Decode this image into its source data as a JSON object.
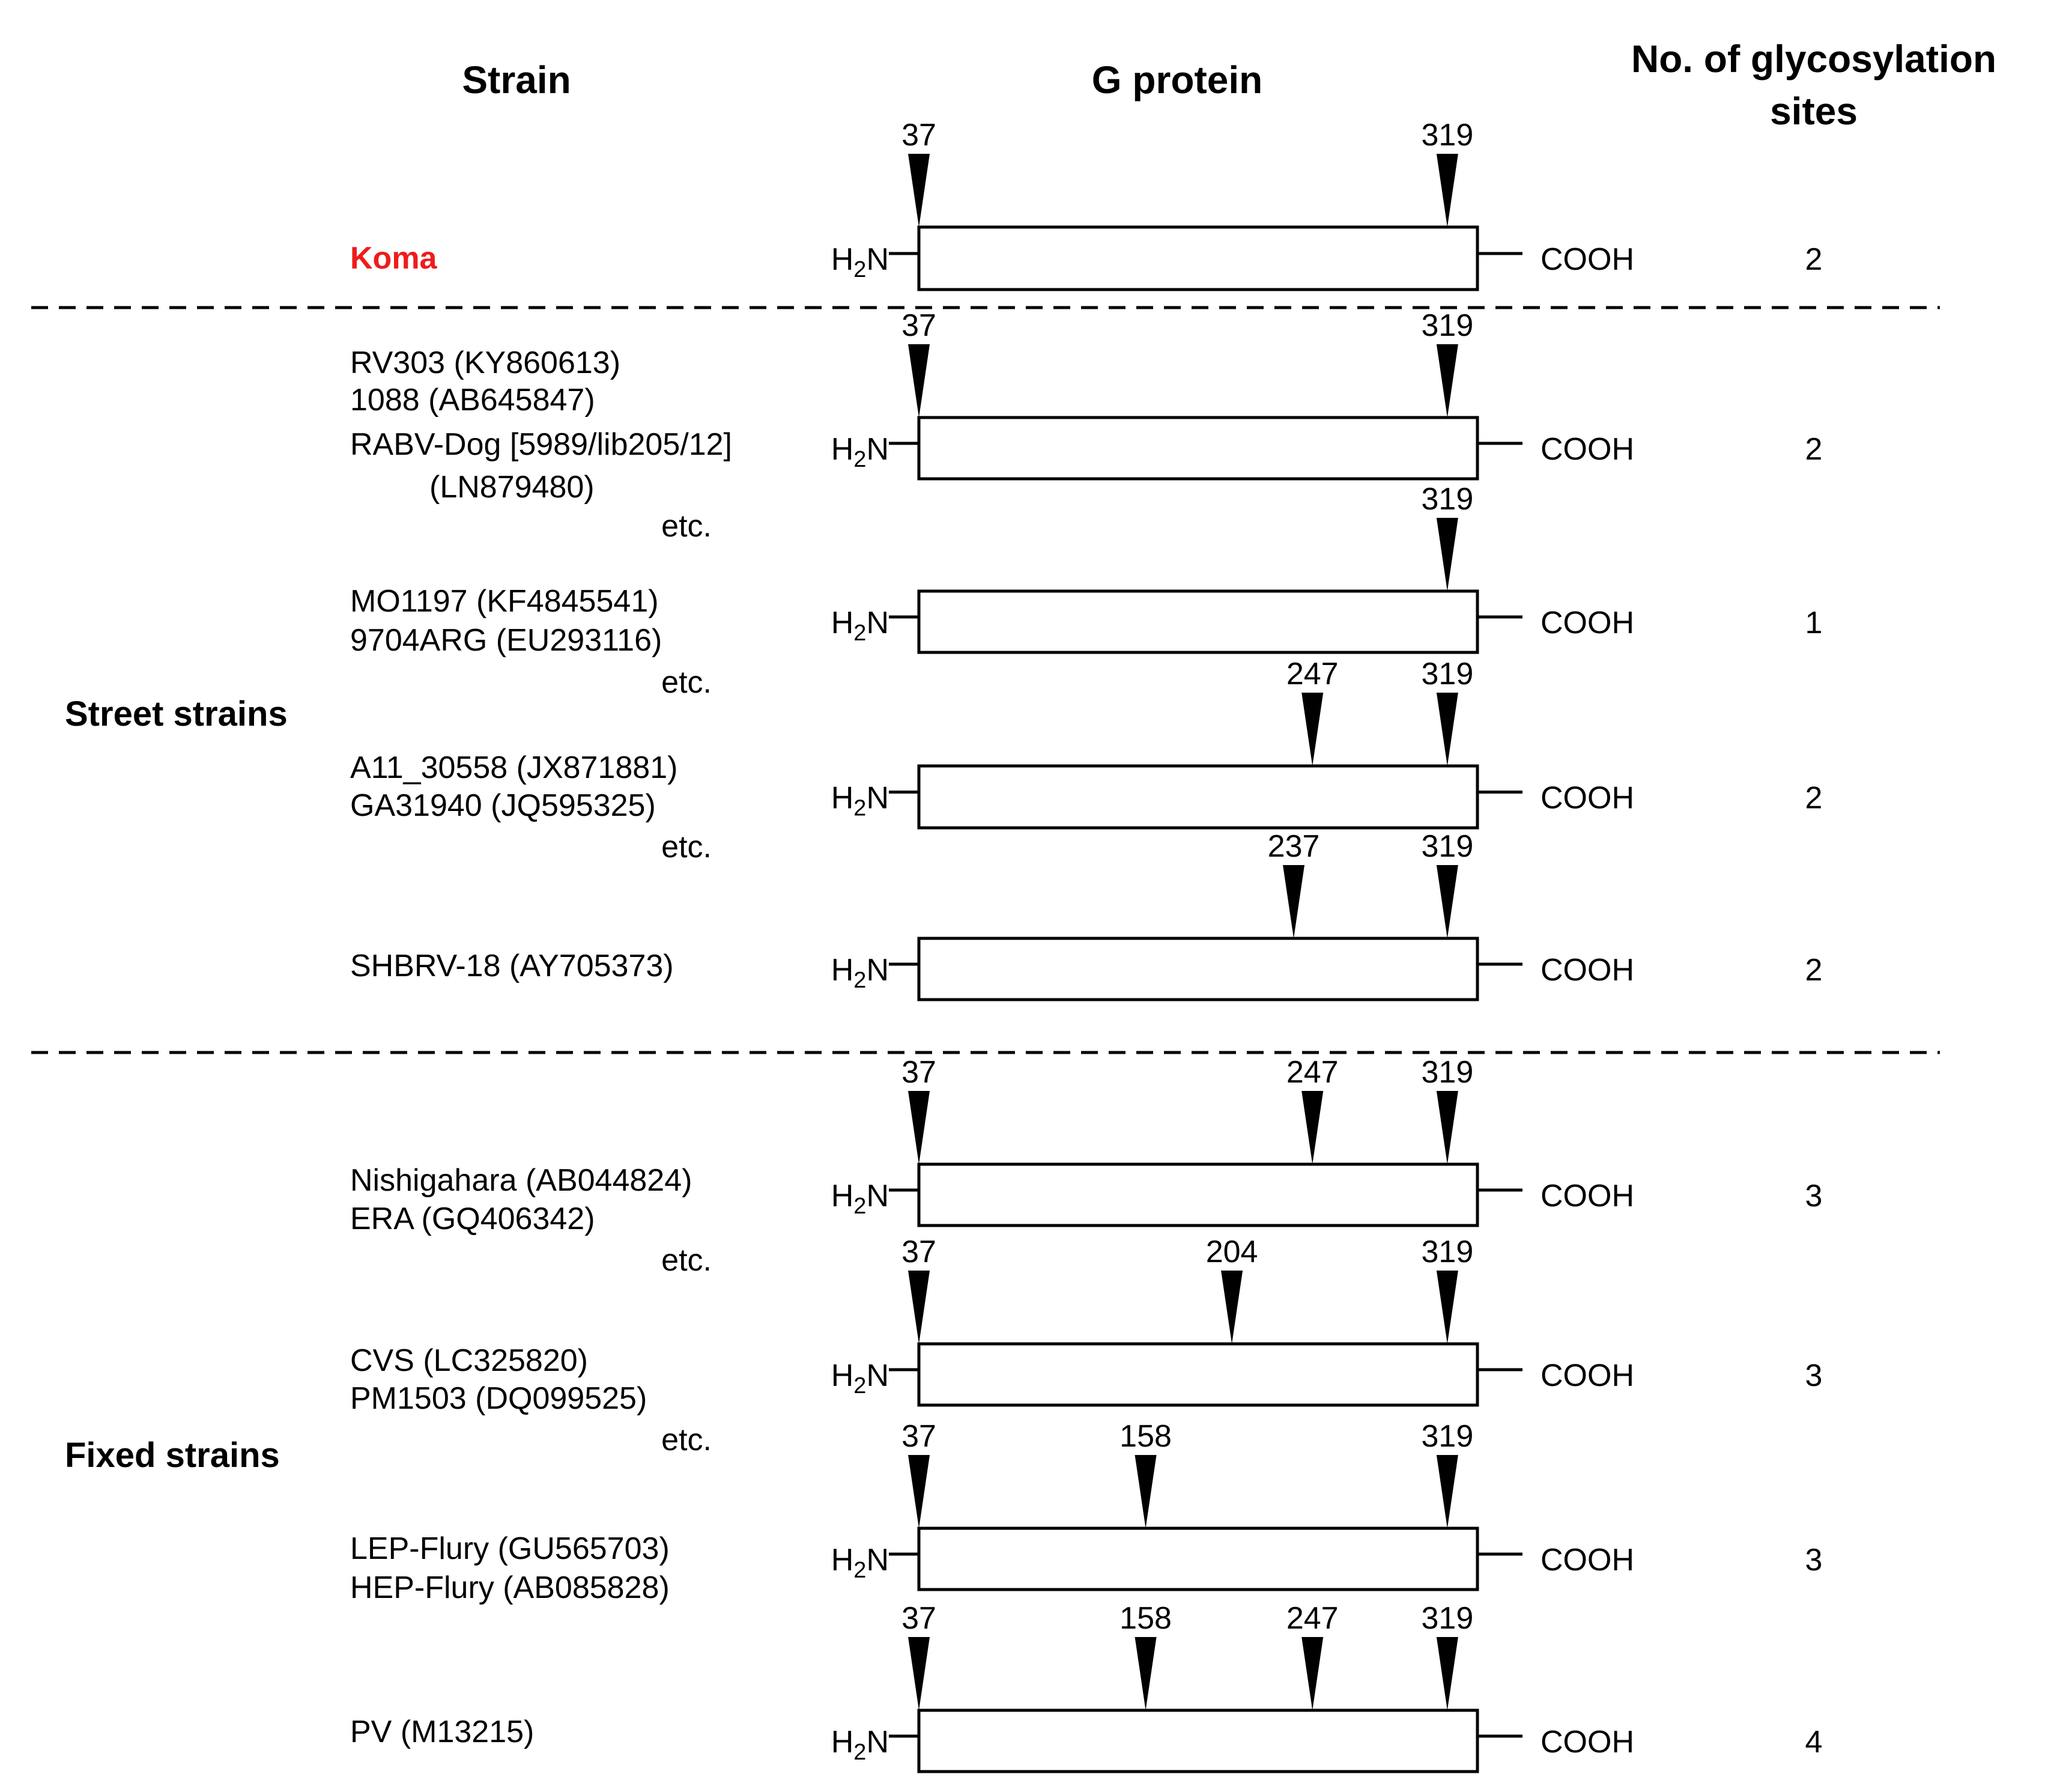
{
  "headers": {
    "strain": "Strain",
    "protein": "G protein",
    "sites_line1": "No. of glycosylation",
    "sites_line2": "sites"
  },
  "terminus_n": {
    "label": "H",
    "sub": "2",
    "tail": "N"
  },
  "terminus_c": "COOH",
  "groups": {
    "street": "Street strains",
    "fixed": "Fixed strains"
  },
  "colors": {
    "highlight": "#ee1c1c",
    "line": "#000000"
  },
  "rows": [
    {
      "strains": [
        "Koma"
      ],
      "highlight": true,
      "sites": [
        37,
        319
      ],
      "count": "2"
    },
    {
      "strains": [
        "RV303 (KY860613)",
        "1088 (AB645847)",
        "RABV-Dog [5989/lib205/12]",
        "(LN879480)",
        "etc."
      ],
      "sites": [
        37,
        319
      ],
      "count": "2"
    },
    {
      "strains": [
        "MO1197 (KF4845541)",
        "9704ARG (EU293116)",
        "etc."
      ],
      "sites": [
        319
      ],
      "count": "1"
    },
    {
      "strains": [
        "A11_30558 (JX871881)",
        "GA31940 (JQ595325)",
        "etc."
      ],
      "sites": [
        247,
        319
      ],
      "count": "2"
    },
    {
      "strains": [
        "SHBRV-18 (AY705373)"
      ],
      "sites": [
        237,
        319
      ],
      "count": "2"
    },
    {
      "strains": [
        "Nishigahara (AB044824)",
        "ERA (GQ406342)",
        "etc."
      ],
      "sites": [
        37,
        247,
        319
      ],
      "count": "3"
    },
    {
      "strains": [
        "CVS (LC325820)",
        "PM1503 (DQ099525)",
        "etc."
      ],
      "sites": [
        37,
        204,
        319
      ],
      "count": "3"
    },
    {
      "strains": [
        "LEP-Flury (GU565703)",
        "HEP-Flury (AB085828)"
      ],
      "sites": [
        37,
        158,
        319
      ],
      "count": "3"
    },
    {
      "strains": [
        "PV (M13215)"
      ],
      "sites": [
        37,
        158,
        247,
        319
      ],
      "count": "4"
    }
  ]
}
